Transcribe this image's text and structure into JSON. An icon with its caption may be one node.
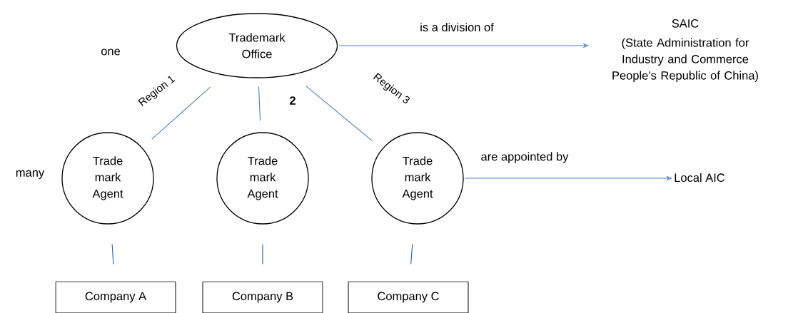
{
  "diagram": {
    "nodes": [
      {
        "text": [
          "Trademark Office"
        ]
      },
      {
        "text": [
          "SAIC",
          "(State Administration for Industry and Commerce People’s Republic of China)"
        ]
      },
      {
        "text": [
          "Trade mark Agent"
        ]
      },
      {
        "text": [
          "Trade mark Agent"
        ]
      },
      {
        "text": [
          "Trade mark Agent"
        ]
      },
      {
        "text": [
          "Local AIC"
        ]
      },
      {
        "text": [
          "Company A"
        ]
      },
      {
        "text": [
          "Company B"
        ]
      },
      {
        "text": [
          "Company C"
        ]
      }
    ],
    "edges": [
      {
        "from": 0,
        "to": 1,
        "arrow": "to",
        "label": "is a division of"
      },
      {
        "from": 0,
        "to": 2,
        "arrow": "none",
        "label": "Region 1"
      },
      {
        "from": 0,
        "to": 3,
        "arrow": "none",
        "label": "2"
      },
      {
        "from": 0,
        "to": 4,
        "arrow": "none",
        "label": "Region 3"
      },
      {
        "from": 4,
        "to": 5,
        "arrow": "to",
        "label": "are appointed by"
      },
      {
        "from": 2,
        "to": 6,
        "arrow": "none",
        "color": "#1f5fa8"
      },
      {
        "from": 3,
        "to": 7,
        "arrow": "none",
        "color": "#1f5fa8"
      },
      {
        "from": 4,
        "to": 8,
        "arrow": "none",
        "color": "#1f5fa8"
      }
    ],
    "labels": [
      "one",
      "many"
    ]
  }
}
